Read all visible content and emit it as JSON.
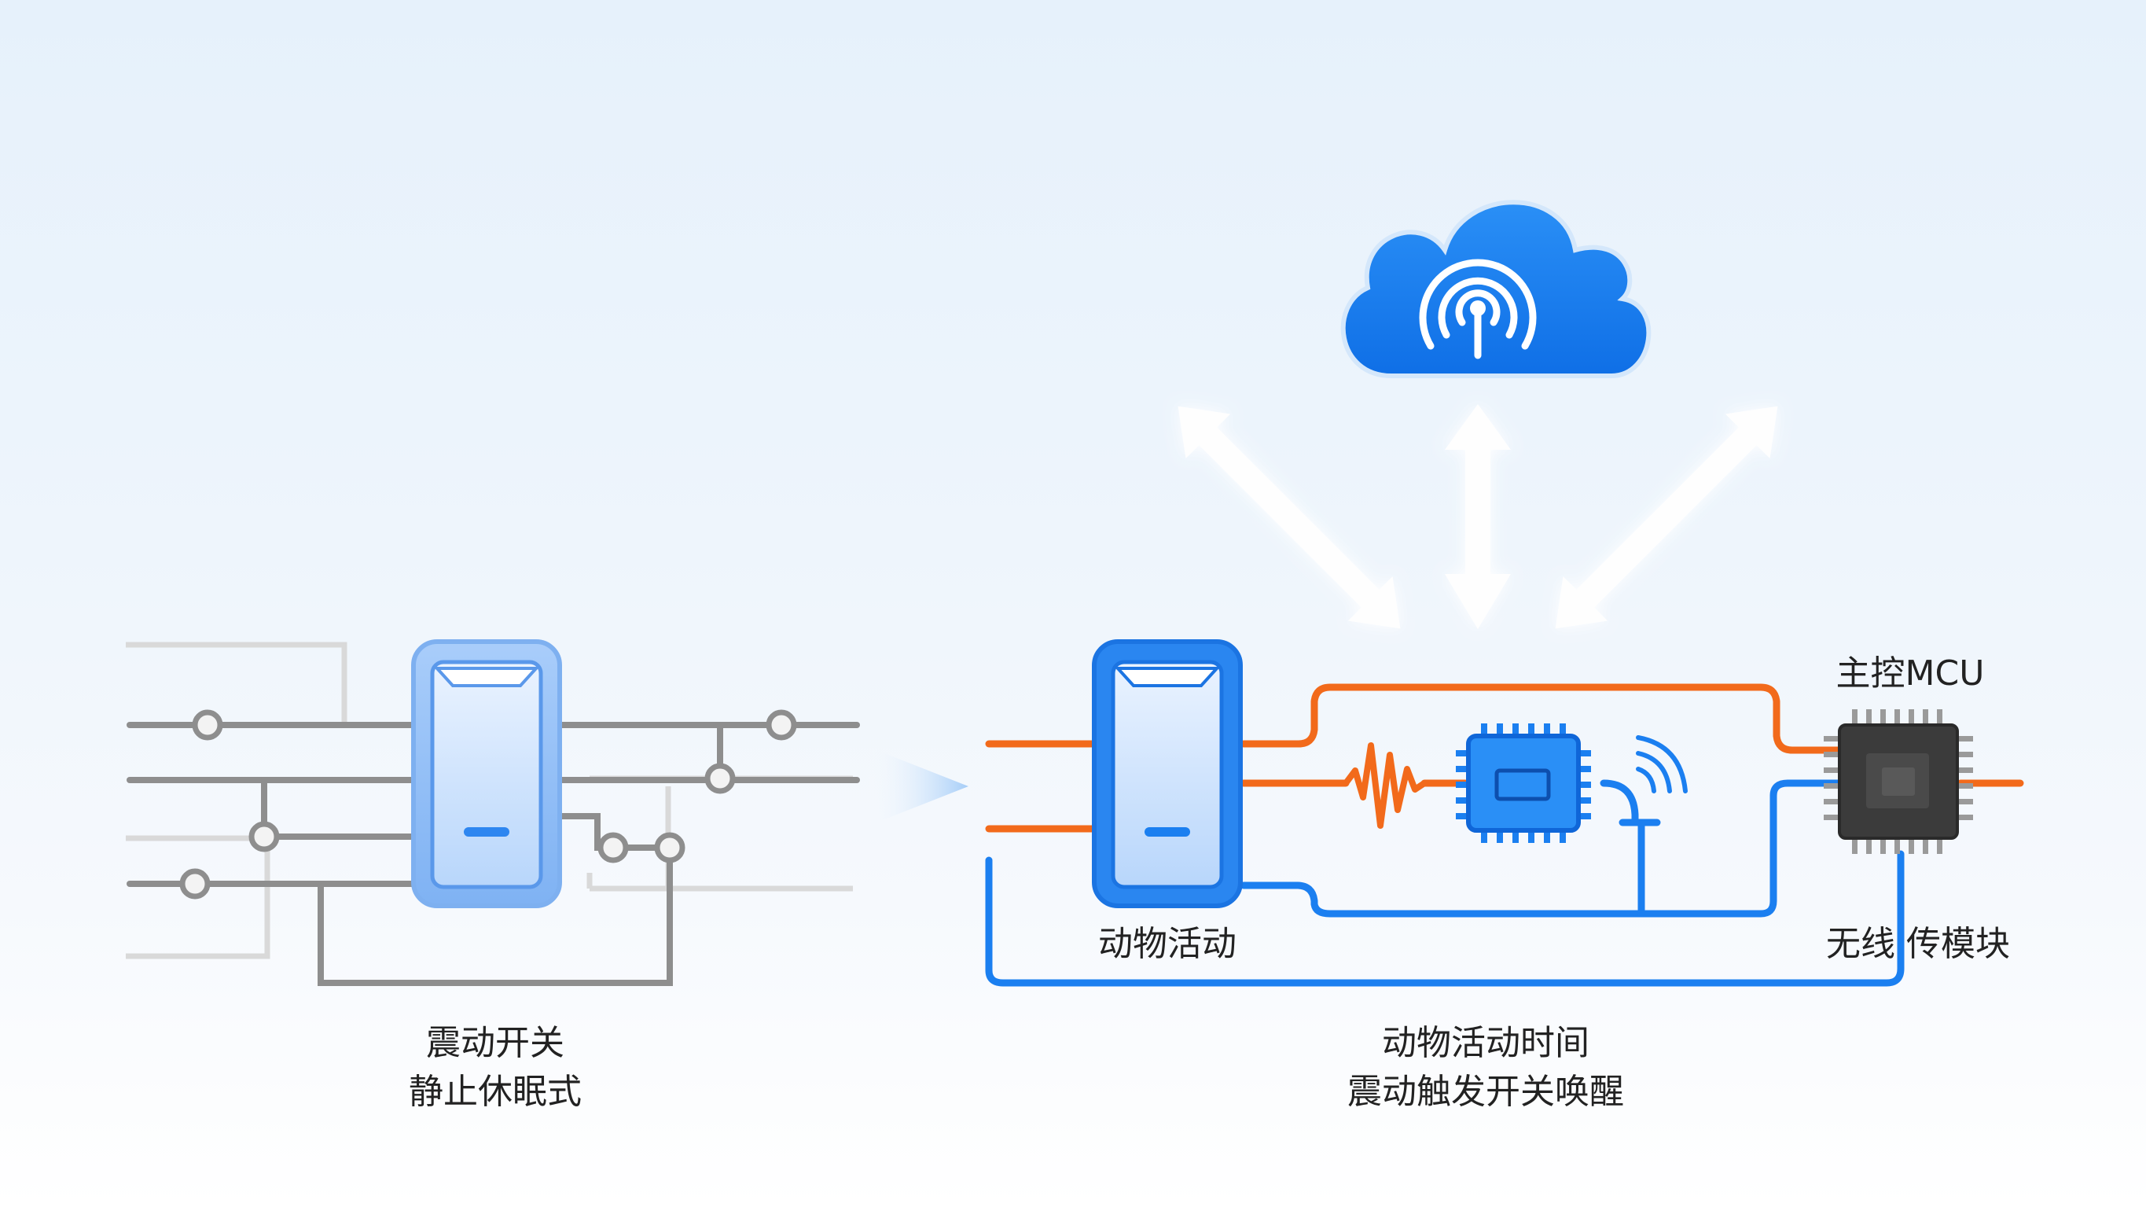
{
  "colors": {
    "background": "#eaf3fb",
    "accent_blue": "#1b7ff0",
    "accent_orange": "#f26a1b",
    "wire_gray": "#8f8f8f",
    "wire_light": "#d6d6d6",
    "chip_dark": "#3b3b3b",
    "arrow_white": "#ffffff"
  },
  "left_panel": {
    "caption_line1": "震动开关",
    "caption_line2": "静止休眠式"
  },
  "right_panel": {
    "switch_label": "动物活动",
    "mcu_label": "主控MCU",
    "wireless_label": "无线 传模块",
    "caption_line1": "动物活动时间",
    "caption_line2": "震动触发开关唤醒"
  },
  "icons": {
    "cloud": "cloud-wifi-icon",
    "arrow": "chevron-right-icon",
    "signal": "signal-waves-icon",
    "pulse": "pulse-wave-icon"
  }
}
